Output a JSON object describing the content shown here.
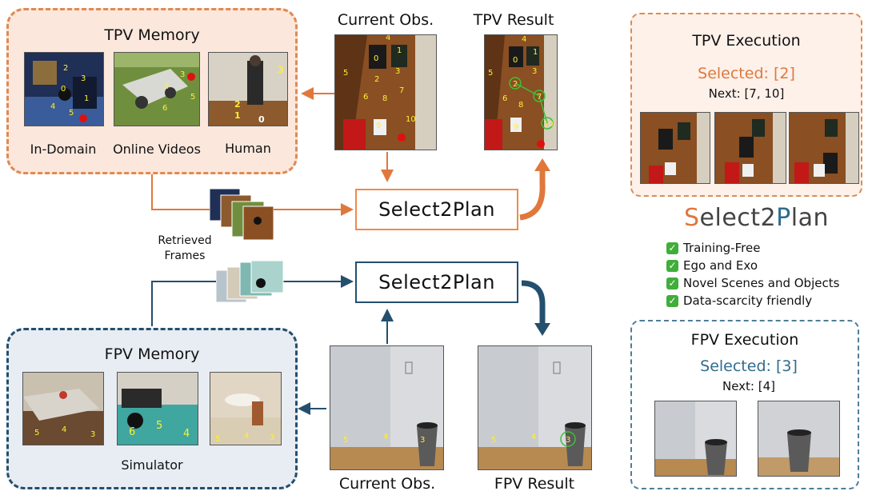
{
  "tpv_memory": {
    "title": "TPV Memory",
    "captions": [
      "In-Domain",
      "Online Videos",
      "Human"
    ]
  },
  "tpv_current_obs": {
    "title": "Current Obs."
  },
  "tpv_result": {
    "title": "TPV Result"
  },
  "tpv_execution": {
    "title": "TPV Execution",
    "selected": "Selected: [2]",
    "next": "Next: [7, 10]"
  },
  "retrieved": {
    "label_line1": "Retrieved",
    "label_line2": "Frames"
  },
  "select2plan_top": "Select2Plan",
  "select2plan_bottom": "Select2Plan",
  "brand": {
    "part1": "S",
    "part2": "elect2",
    "part3": "P",
    "part4": "lan"
  },
  "features": [
    "Training-Free",
    "Ego and Exo",
    "Novel Scenes and Objects",
    "Data-scarcity friendly"
  ],
  "fpv_memory": {
    "title": "FPV Memory",
    "caption": "Simulator"
  },
  "fpv_current_obs": {
    "title": "Current Obs."
  },
  "fpv_result": {
    "title": "FPV Result"
  },
  "fpv_execution": {
    "title": "FPV Execution",
    "selected": "Selected: [3]",
    "next": "Next: [4]"
  },
  "image_labels": {
    "in_domain": [
      "2",
      "3",
      "0",
      "1",
      "4",
      "5"
    ],
    "online": [
      "3",
      "4",
      "5",
      "6"
    ],
    "human": [
      "3",
      "2",
      "1",
      "0"
    ],
    "tpv_obs": [
      "4",
      "1",
      "0",
      "3",
      "5",
      "2",
      "7",
      "6",
      "8",
      "9",
      "10"
    ],
    "tpv_res": [
      "4",
      "1",
      "0",
      "3",
      "5",
      "2",
      "7",
      "6",
      "8",
      "9",
      "10"
    ],
    "sim1": [
      "5",
      "4",
      "3"
    ],
    "sim2": [
      "6",
      "5",
      "4"
    ],
    "sim3": [
      "5",
      "4",
      "3"
    ],
    "fpv_obs": [
      "5",
      "4",
      "3"
    ],
    "fpv_res": [
      "5",
      "4",
      "3"
    ]
  },
  "colors": {
    "tpv_accent": "#e0783c",
    "fpv_accent": "#244f6e",
    "brand_orange": "#e0783c",
    "brand_blue": "#2f6c8f"
  }
}
